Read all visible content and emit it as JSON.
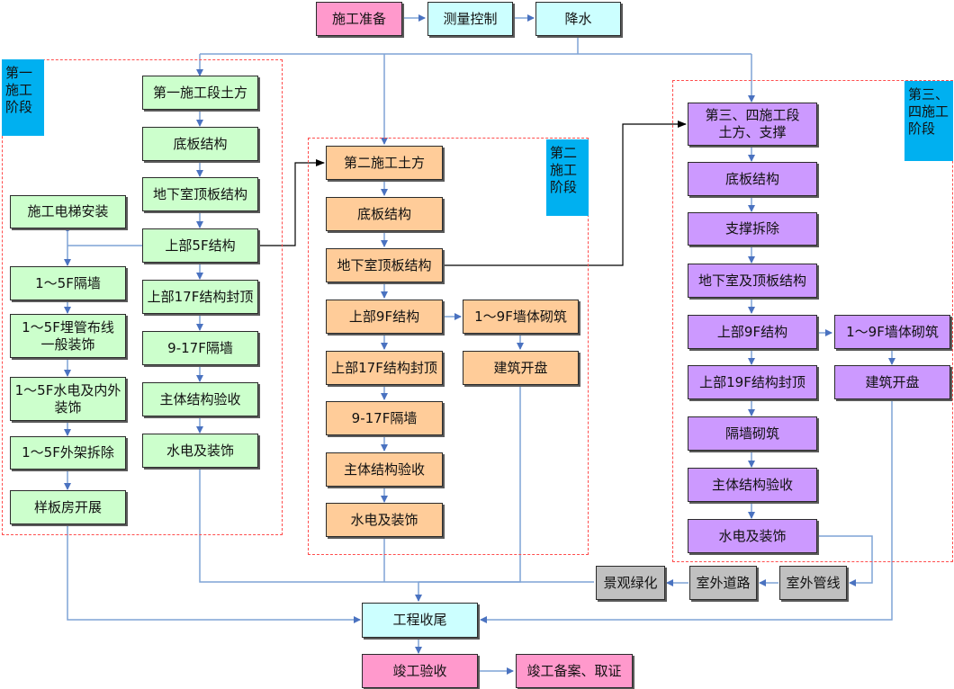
{
  "diagram": {
    "type": "construction-flowchart",
    "colors": {
      "phase1": "#ccffcc",
      "phase2": "#ffcc99",
      "phase3": "#cc99ff",
      "control": "#ccffff",
      "milestone": "#ff99cc",
      "outdoor": "#c0c0c0",
      "stage_label": "#00b0f0",
      "region_border": "#ff4d4d",
      "connector": "#6a8fc8"
    },
    "top": {
      "prep": "施工准备",
      "survey": "测量控制",
      "dewater": "降水"
    },
    "phase1": {
      "label": "第一\n施工\n阶段",
      "main": [
        "第一施工段土方",
        "底板结构",
        "地下室顶板结构",
        "上部5F结构",
        "上部17F结构封顶",
        "9-17F隔墙",
        "主体结构验收",
        "水电及装饰"
      ],
      "side": [
        "施工电梯安装",
        "1～5F隔墙",
        "1～5F埋管布线\n一般装饰",
        "1～5F水电及内外\n装饰",
        "1～5F外架拆除",
        "样板房开展"
      ]
    },
    "phase2": {
      "label": "第二\n施工\n阶段",
      "main": [
        "第二施工土方",
        "底板结构",
        "地下室顶板结构",
        "上部9F结构",
        "上部17F结构封顶",
        "9-17F隔墙",
        "主体结构验收",
        "水电及装饰"
      ],
      "side": [
        "1～9F墙体砌筑",
        "建筑开盘"
      ]
    },
    "phase3": {
      "label": "第三、\n四施工\n阶段",
      "main": [
        "第三、四施工段\n土方、支撑",
        "底板结构",
        "支撑拆除",
        "地下室及顶板结构",
        "上部9F结构",
        "上部19F结构封顶",
        "隔墙砌筑",
        "主体结构验收",
        "水电及装饰"
      ],
      "side": [
        "1～9F墙体砌筑",
        "建筑开盘"
      ]
    },
    "outdoor": {
      "pipes": "室外管线",
      "roads": "室外道路",
      "landscape": "景观绿化"
    },
    "final": {
      "finishing": "工程收尾",
      "acceptance": "竣工验收",
      "filing": "竣工备案、取证"
    }
  }
}
